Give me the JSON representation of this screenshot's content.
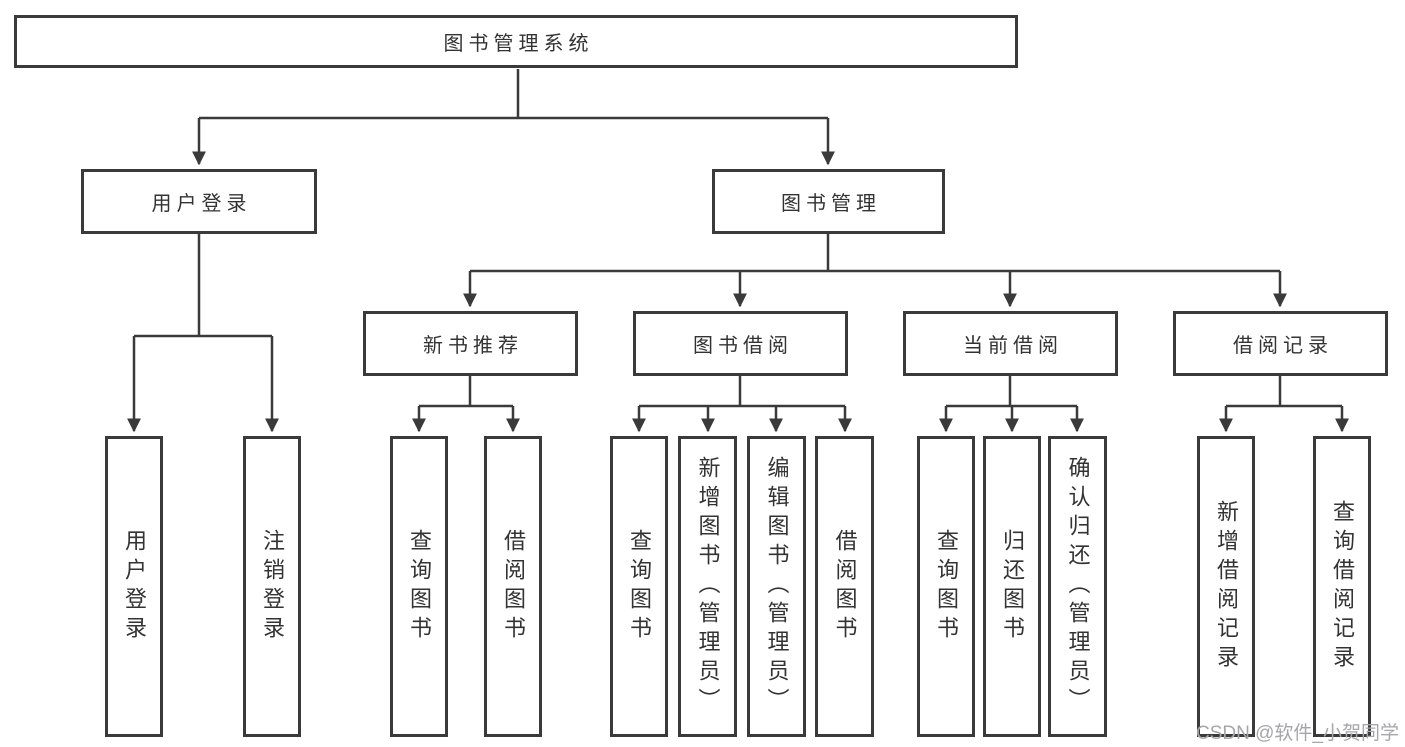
{
  "nodes": {
    "root": {
      "label": "图书管理系统"
    },
    "user_login": {
      "label": "用户登录",
      "children": [
        {
          "label": "用户登录"
        },
        {
          "label": "注销登录"
        }
      ]
    },
    "book_management": {
      "label": "图书管理"
    },
    "new_book_recommend": {
      "label": "新书推荐",
      "children": [
        {
          "label": "查询图书"
        },
        {
          "label": "借阅图书"
        }
      ]
    },
    "book_borrowing": {
      "label": "图书借阅",
      "children": [
        {
          "label": "查询图书"
        },
        {
          "label": "新增图书（管理员）"
        },
        {
          "label": "编辑图书（管理员）"
        },
        {
          "label": "借阅图书"
        }
      ]
    },
    "current_borrowing": {
      "label": "当前借阅",
      "children": [
        {
          "label": "查询图书"
        },
        {
          "label": "归还图书"
        },
        {
          "label": "确认归还（管理员）"
        }
      ]
    },
    "borrowing_records": {
      "label": "借阅记录",
      "children": [
        {
          "label": "新增借阅记录"
        },
        {
          "label": "查询借阅记录"
        }
      ]
    }
  },
  "watermark": {
    "text": "CSDN @软件_小贺同学"
  },
  "colors": {
    "line": "#3a3a3a",
    "text": "#333333",
    "box_background": "#ffffff",
    "watermark": "#a6a6ab"
  }
}
